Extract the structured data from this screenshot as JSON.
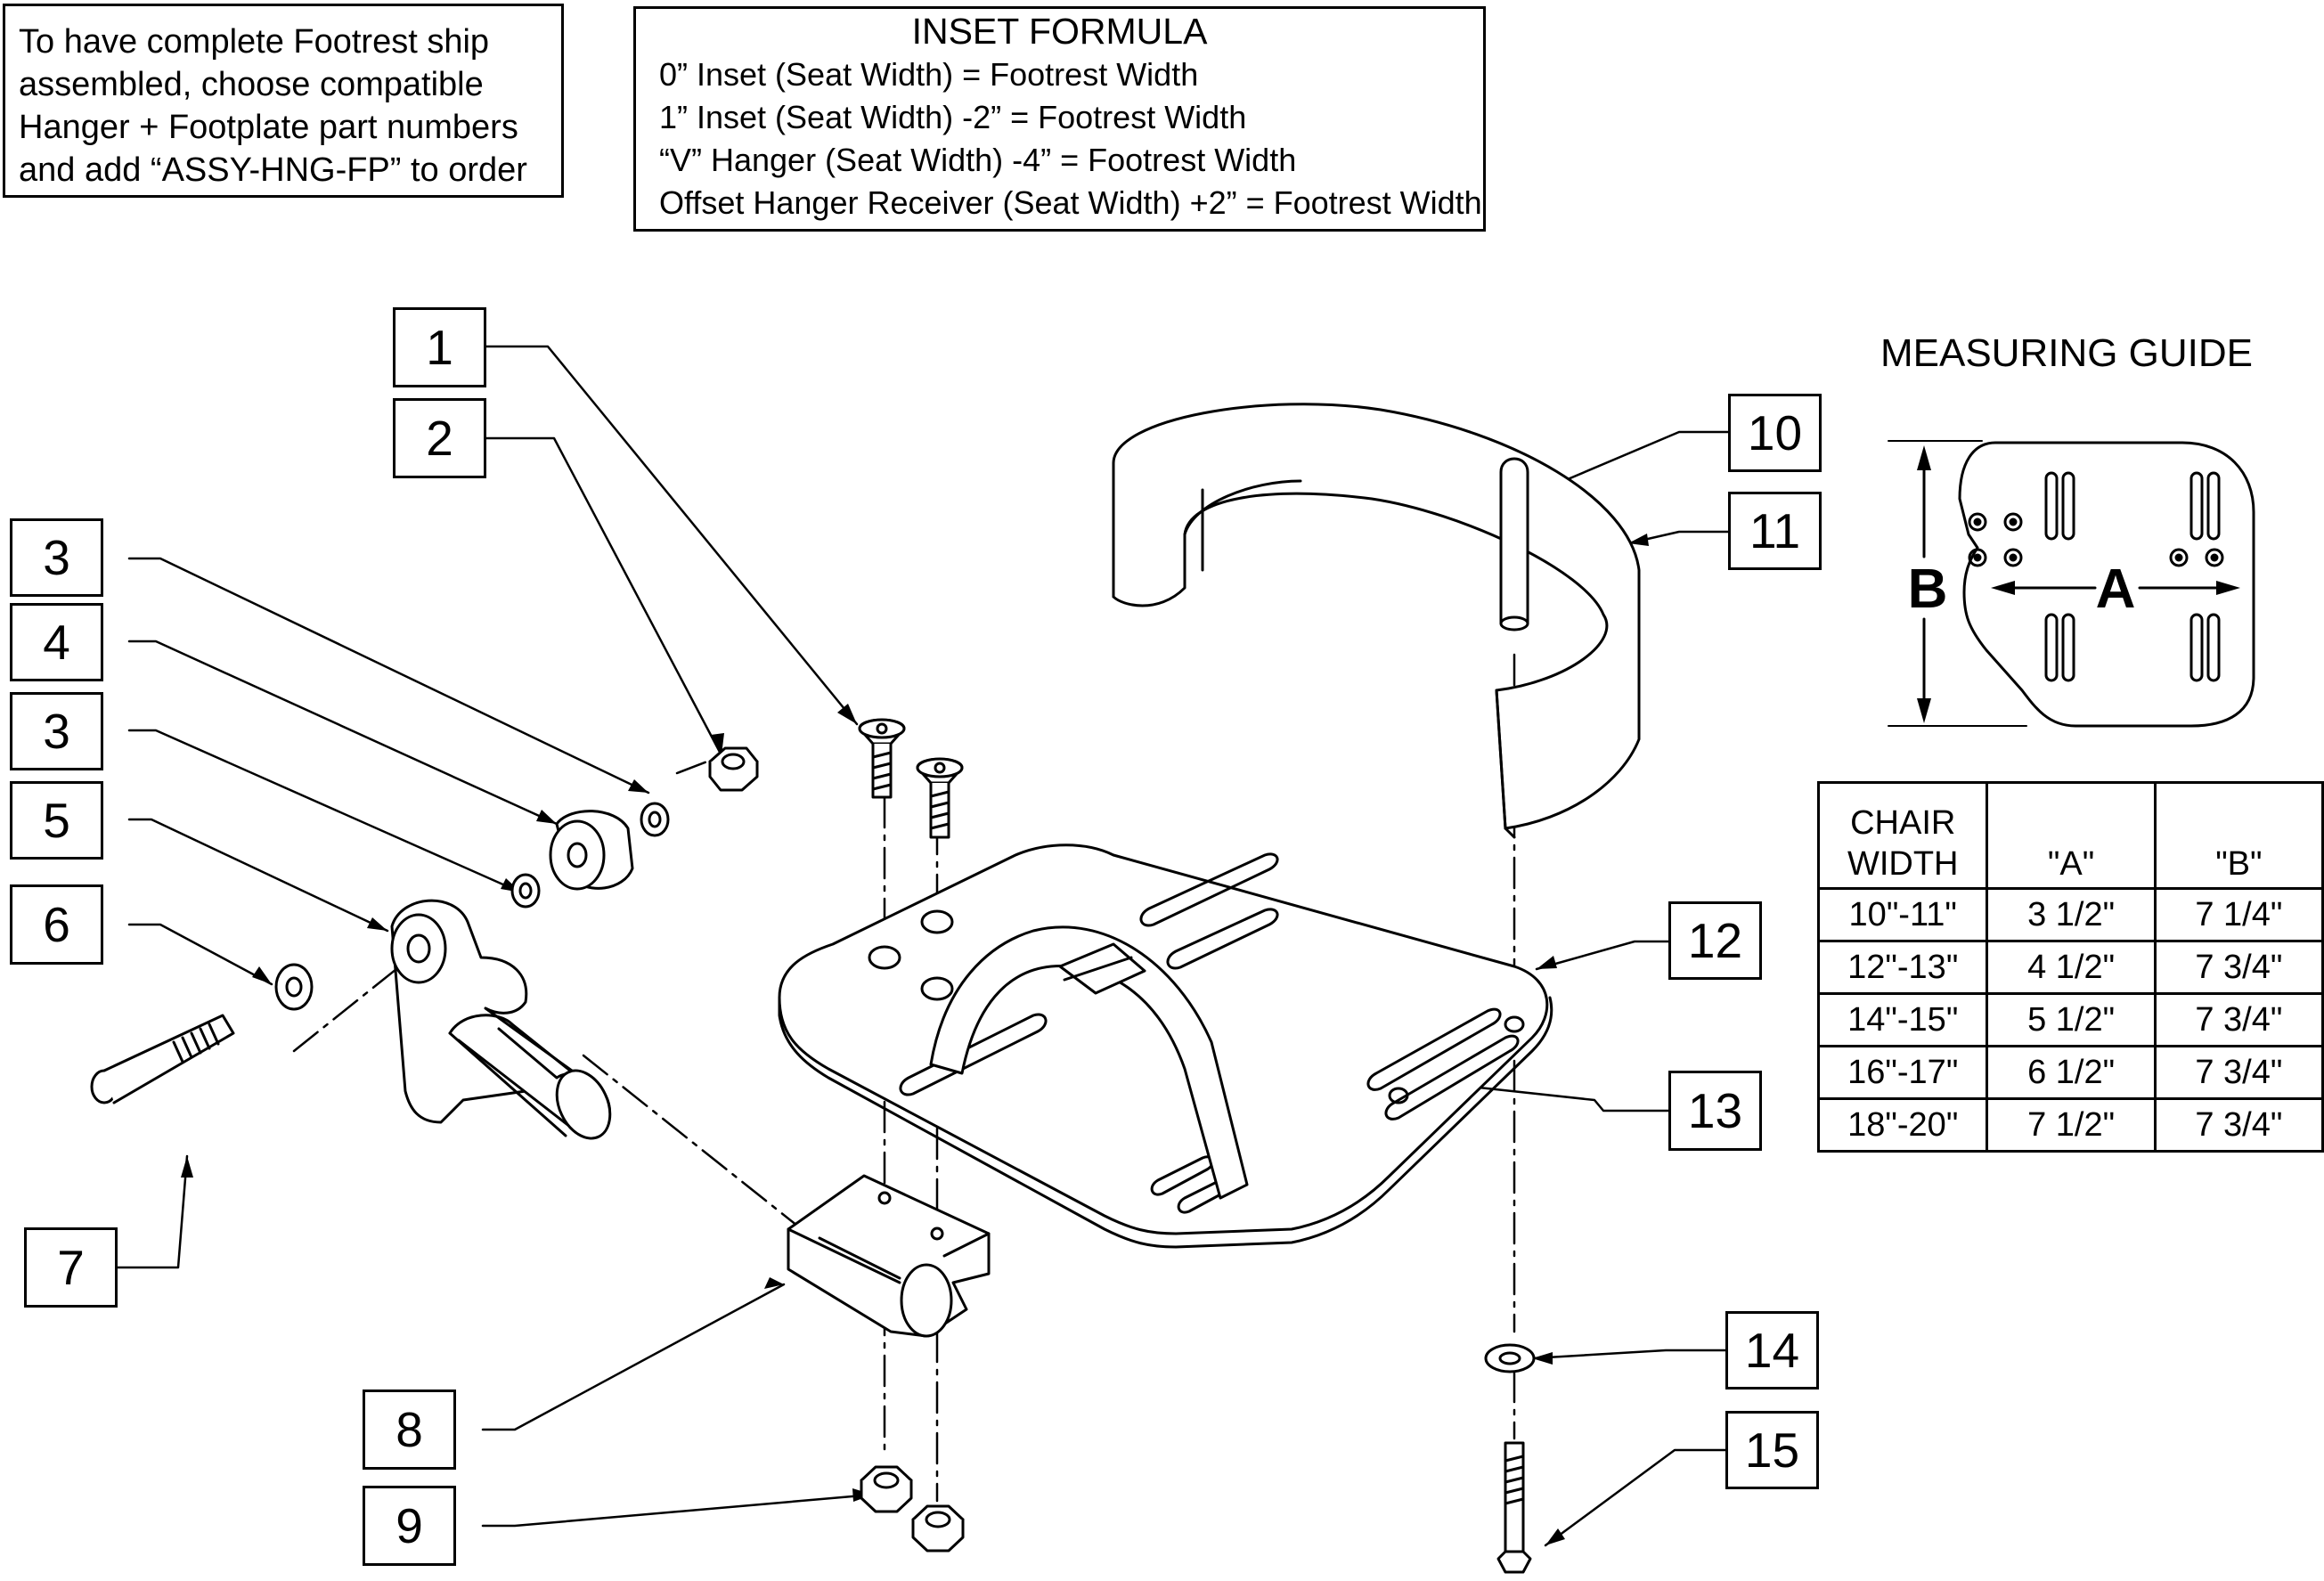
{
  "ship_note": {
    "lines": [
      "To have complete Footrest ship",
      "assembled, choose compatible",
      "Hanger + Footplate part numbers",
      "and add “ASSY-HNG-FP” to order"
    ]
  },
  "inset_formula": {
    "title": "INSET FORMULA",
    "lines": [
      "0” Inset (Seat Width) = Footrest Width",
      "1” Inset (Seat Width) -2” = Footrest Width",
      "“V” Hanger (Seat Width) -4” = Footrest Width",
      "Offset Hanger Receiver (Seat Width) +2” = Footrest Width"
    ]
  },
  "measuring_guide": {
    "title": "MEASURING GUIDE",
    "dim_a_label": "A",
    "dim_b_label": "B"
  },
  "callouts": [
    "1",
    "2",
    "3",
    "4",
    "3",
    "5",
    "6",
    "7",
    "8",
    "9",
    "10",
    "11",
    "12",
    "13",
    "14",
    "15"
  ],
  "size_table": {
    "header": {
      "col1_line1": "CHAIR",
      "col1_line2": "WIDTH",
      "col2": "\"A\"",
      "col3": "\"B\""
    },
    "rows": [
      [
        "10\"-11\"",
        "3 1/2\"",
        "7 1/4\""
      ],
      [
        "12\"-13\"",
        "4 1/2\"",
        "7 3/4\""
      ],
      [
        "14\"-15\"",
        "5 1/2\"",
        "7 3/4\""
      ],
      [
        "16\"-17\"",
        "6 1/2\"",
        "7 3/4\""
      ],
      [
        "18\"-20\"",
        "7 1/2\"",
        "7 3/4\""
      ]
    ]
  }
}
